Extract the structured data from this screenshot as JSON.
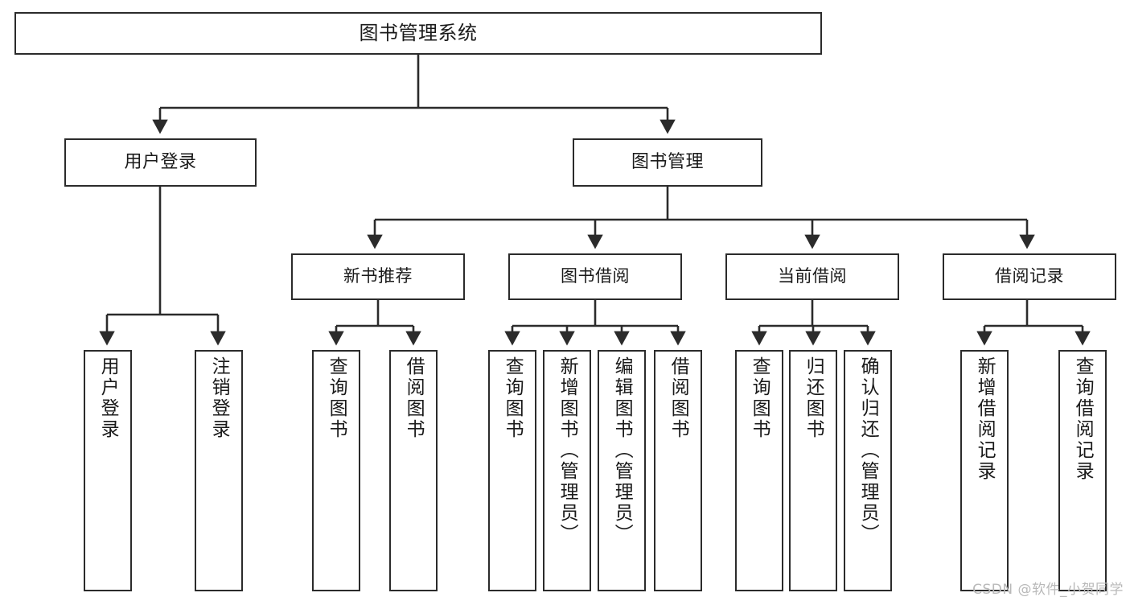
{
  "diagram": {
    "title_node": "图书管理系统",
    "watermark": "CSDN @软件_小贺同学",
    "colors": {
      "stroke": "#2b2b2b",
      "fill": "#ffffff",
      "text": "#1a1a1a",
      "watermark": "#b9b9b9"
    },
    "level2": [
      {
        "label": "用户登录"
      },
      {
        "label": "图书管理"
      }
    ],
    "level3": [
      {
        "label": "新书推荐"
      },
      {
        "label": "图书借阅"
      },
      {
        "label": "当前借阅"
      },
      {
        "label": "借阅记录"
      }
    ],
    "leaves": {
      "user_login": [
        {
          "label": "用户登录"
        },
        {
          "label": "注销登录"
        }
      ],
      "new_book": [
        {
          "label": "查询图书"
        },
        {
          "label": "借阅图书"
        }
      ],
      "borrow_book": [
        {
          "label": "查询图书"
        },
        {
          "label": "新增图书（管理员）"
        },
        {
          "label": "编辑图书（管理员）"
        },
        {
          "label": "借阅图书"
        }
      ],
      "current_borrow": [
        {
          "label": "查询图书"
        },
        {
          "label": "归还图书"
        },
        {
          "label": "确认归还（管理员）"
        }
      ],
      "borrow_record": [
        {
          "label": "新增借阅记录"
        },
        {
          "label": "查询借阅记录"
        }
      ]
    }
  }
}
